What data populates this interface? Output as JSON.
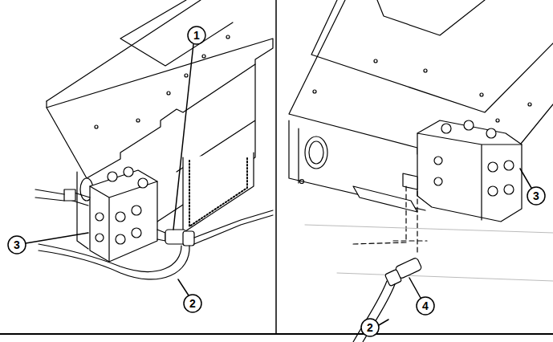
{
  "diagram": {
    "labels": [
      "1",
      "3",
      "2",
      "3",
      "2",
      "4"
    ]
  }
}
